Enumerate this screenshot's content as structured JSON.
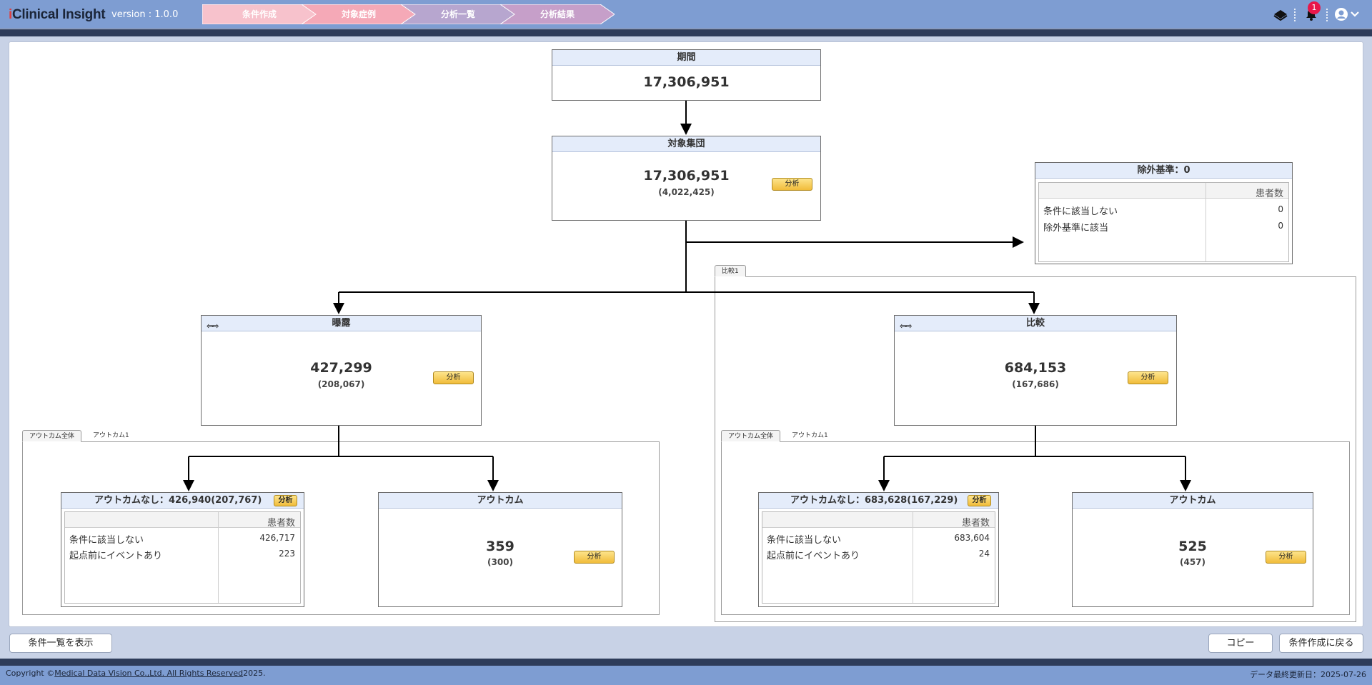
{
  "header": {
    "logo": "Clinical Insight",
    "logo_i": "i",
    "version": "version : 1.0.0",
    "steps": [
      {
        "label": "条件作成",
        "color": "#f7c2cc"
      },
      {
        "label": "対象症例",
        "color": "#f5a9b7"
      },
      {
        "label": "分析一覧",
        "color": "#b7a6cf"
      },
      {
        "label": "分析結果",
        "color": "#c69fc9"
      }
    ],
    "notification_count": "1",
    "icons": [
      "book-icon",
      "bell-icon",
      "user-circle-icon",
      "chevron-down-icon"
    ]
  },
  "flow": {
    "period": {
      "title": "期間",
      "count": "17,306,951"
    },
    "target": {
      "title": "対象集団",
      "count": "17,306,951",
      "sub": "(4,022,425)",
      "button": "分析"
    },
    "exclusion": {
      "title": "除外基準：0",
      "col_header": "患者数",
      "rows": [
        {
          "label": "条件に該当しない",
          "value": "0"
        },
        {
          "label": "除外基準に該当",
          "value": "0"
        }
      ]
    },
    "compare_tab": "比較1",
    "exposure": {
      "title": "曝露",
      "arrows": "⇦⇨",
      "count": "427,299",
      "sub": "(208,067)",
      "button": "分析",
      "tabs": [
        "アウトカム全体",
        "アウトカム1"
      ],
      "no_outcome": {
        "title": "アウトカムなし：426,940(207,767)",
        "button": "分析",
        "col_header": "患者数",
        "rows": [
          {
            "label": "条件に該当しない",
            "value": "426,717"
          },
          {
            "label": "起点前にイベントあり",
            "value": "223"
          }
        ]
      },
      "outcome": {
        "title": "アウトカム",
        "count": "359",
        "sub": "(300)",
        "button": "分析"
      }
    },
    "comparison": {
      "title": "比較",
      "arrows": "⇦⇨",
      "count": "684,153",
      "sub": "(167,686)",
      "button": "分析",
      "tabs": [
        "アウトカム全体",
        "アウトカム1"
      ],
      "no_outcome": {
        "title": "アウトカムなし：683,628(167,229)",
        "button": "分析",
        "col_header": "患者数",
        "rows": [
          {
            "label": "条件に該当しない",
            "value": "683,604"
          },
          {
            "label": "起点前にイベントあり",
            "value": "24"
          }
        ]
      },
      "outcome": {
        "title": "アウトカム",
        "count": "525",
        "sub": "(457)",
        "button": "分析"
      }
    }
  },
  "buttons": {
    "show_list": "条件一覧を表示",
    "copy": "コピー",
    "back": "条件作成に戻る"
  },
  "footer": {
    "copyright_prefix": "Copyright ©",
    "company": "Medical Data Vision Co.,Ltd. All Rights Reserved",
    "year": "2025.",
    "update": "データ最終更新日：2025-07-26"
  }
}
